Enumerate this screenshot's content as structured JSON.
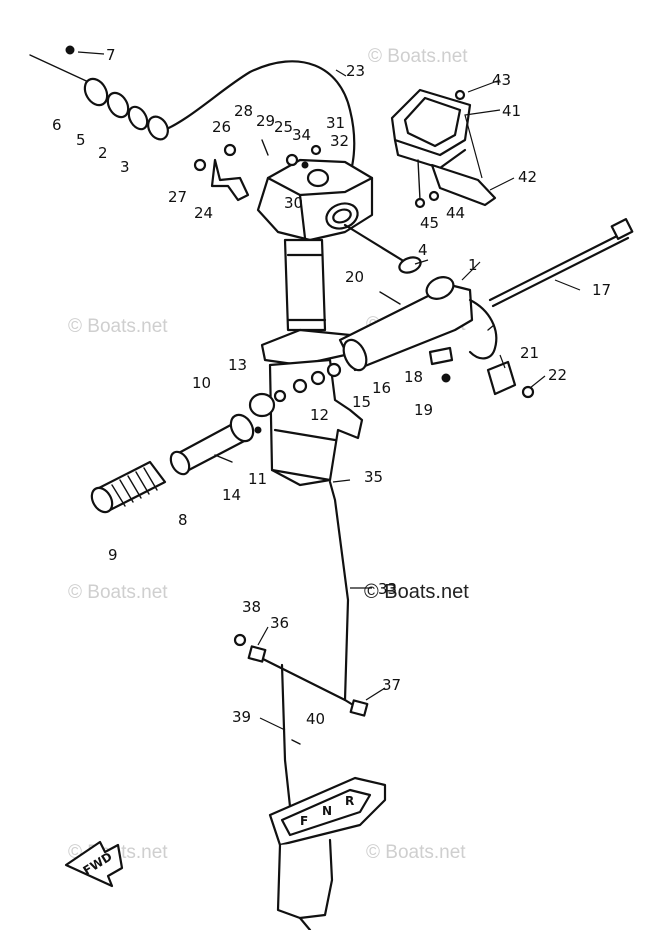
{
  "watermark": "© Boats.net",
  "direction_label": "FWD",
  "shift_letters": [
    "F",
    "N",
    "R"
  ],
  "callouts": [
    {
      "id": "c1",
      "text": "1"
    },
    {
      "id": "c2",
      "text": "2"
    },
    {
      "id": "c3",
      "text": "3"
    },
    {
      "id": "c4",
      "text": "4"
    },
    {
      "id": "c5",
      "text": "5"
    },
    {
      "id": "c6",
      "text": "6"
    },
    {
      "id": "c7",
      "text": "7"
    },
    {
      "id": "c8",
      "text": "8"
    },
    {
      "id": "c9",
      "text": "9"
    },
    {
      "id": "c10",
      "text": "10"
    },
    {
      "id": "c11",
      "text": "11"
    },
    {
      "id": "c12",
      "text": "12"
    },
    {
      "id": "c13",
      "text": "13"
    },
    {
      "id": "c14",
      "text": "14"
    },
    {
      "id": "c15",
      "text": "15"
    },
    {
      "id": "c16",
      "text": "16"
    },
    {
      "id": "c17",
      "text": "17"
    },
    {
      "id": "c18",
      "text": "18"
    },
    {
      "id": "c19",
      "text": "19"
    },
    {
      "id": "c20",
      "text": "20"
    },
    {
      "id": "c21",
      "text": "21"
    },
    {
      "id": "c22",
      "text": "22"
    },
    {
      "id": "c23",
      "text": "23"
    },
    {
      "id": "c24",
      "text": "24"
    },
    {
      "id": "c25",
      "text": "25"
    },
    {
      "id": "c26",
      "text": "26"
    },
    {
      "id": "c27",
      "text": "27"
    },
    {
      "id": "c28",
      "text": "28"
    },
    {
      "id": "c29",
      "text": "29"
    },
    {
      "id": "c30",
      "text": "30"
    },
    {
      "id": "c31",
      "text": "31"
    },
    {
      "id": "c32",
      "text": "32"
    },
    {
      "id": "c33",
      "text": "33"
    },
    {
      "id": "c34",
      "text": "34"
    },
    {
      "id": "c35",
      "text": "35"
    },
    {
      "id": "c36",
      "text": "36"
    },
    {
      "id": "c37",
      "text": "37"
    },
    {
      "id": "c38",
      "text": "38"
    },
    {
      "id": "c39",
      "text": "39"
    },
    {
      "id": "c40",
      "text": "40"
    },
    {
      "id": "c41",
      "text": "41"
    },
    {
      "id": "c42",
      "text": "42"
    },
    {
      "id": "c43",
      "text": "43"
    },
    {
      "id": "c44",
      "text": "44"
    },
    {
      "id": "c45",
      "text": "45"
    }
  ]
}
